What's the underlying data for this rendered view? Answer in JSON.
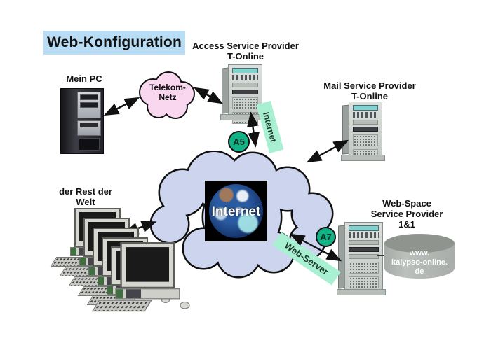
{
  "title": "Web-Konfiguration",
  "labels": {
    "mein_pc": "Mein PC",
    "telekom_line1": "Telekom-",
    "telekom_line2": "Netz",
    "access_line1": "Access Service Provider",
    "access_line2": "T-Online",
    "mail_line1": "Mail Service Provider",
    "mail_line2": "T-Online",
    "rest_line1": "der Rest der",
    "rest_line2": "Welt",
    "webspace_line1": "Web-Space",
    "webspace_line2": "Service Provider",
    "webspace_line3": "1&1",
    "internet_cloud": "Internet"
  },
  "badges": {
    "a5": "A5",
    "a7": "A7"
  },
  "banners": {
    "internet": "Internet",
    "web_server": "Web-Server"
  },
  "database": {
    "line1": "www.",
    "line2": "kalypso-online.",
    "line3": "de"
  },
  "colors": {
    "title_bg": "#b9ddf4",
    "telekom_cloud": "#f8d7ef",
    "internet_cloud": "#ccd4ee",
    "banner": "#a9f0d2",
    "badge": "#12b287"
  }
}
